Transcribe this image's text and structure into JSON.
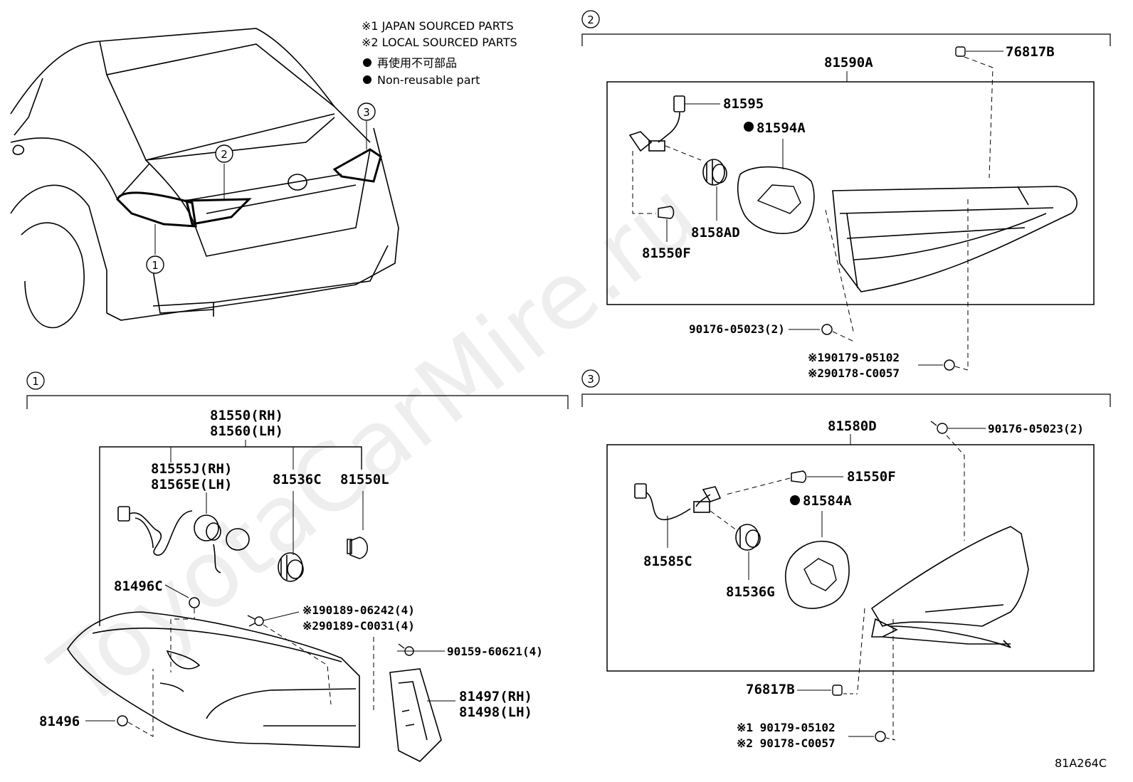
{
  "legend": {
    "japan": "※1 JAPAN SOURCED PARTS",
    "local": "※2 LOCAL SOURCED PARTS",
    "nonreuse_jp": "再使用不可部品",
    "nonreuse_en": "Non-reusable part"
  },
  "callouts": {
    "c1": "1",
    "c2": "2",
    "c3": "3"
  },
  "section2": {
    "num": "2",
    "assy": "81590A",
    "retainer": "76817B",
    "connector": "81595",
    "gasket": "81594A",
    "socket": "8158AD",
    "bulb": "81550F",
    "screw": "90176-05023(2)",
    "nut_j": "※190179-05102",
    "nut_l": "※290178-C0057"
  },
  "section1": {
    "num": "1",
    "assy_rh": "81550(RH)",
    "assy_lh": "81560(LH)",
    "wire_rh": "81555J(RH)",
    "wire_lh": "81565E(LH)",
    "socket": "81536C",
    "bulb": "81550L",
    "retainer": "81496C",
    "screw_j": "※190189-06242(4)",
    "screw_l": "※290189-C0031(4)",
    "bolt": "90159-60621(4)",
    "bracket_rh": "81497(RH)",
    "bracket_lh": "81498(LH)",
    "clip": "81496"
  },
  "section3": {
    "num": "3",
    "assy": "81580D",
    "screw": "90176-05023(2)",
    "bulb": "81550F",
    "gasket": "81584A",
    "wire": "81585C",
    "socket": "81536G",
    "retainer": "76817B",
    "nut_j": "※1 90179-05102",
    "nut_l": "※2 90178-C0057"
  },
  "code": "81A264C",
  "watermark": "ToyotaCarMire.ru"
}
